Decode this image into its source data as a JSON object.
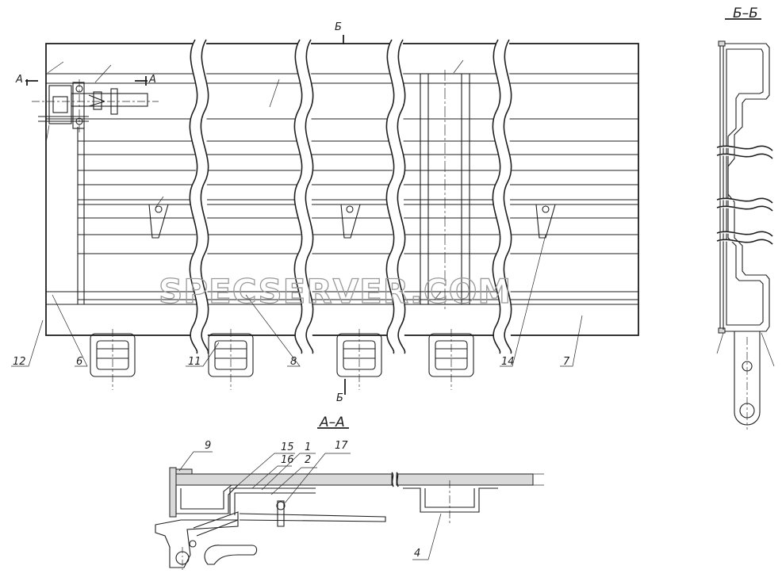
{
  "section_titles": {
    "section_aa": "А–А",
    "section_bb": "Б–Б"
  },
  "cut_marks": {
    "a_left": "А",
    "a_right": "А",
    "b_top": "Б",
    "b_bottom": "Б"
  },
  "callouts": {
    "main_view": [
      "12",
      "6",
      "11",
      "8",
      "14",
      "7"
    ],
    "section_aa": [
      "9",
      "15",
      "16",
      "1",
      "2",
      "17",
      "4"
    ]
  },
  "watermark": "SPECSERVER.COM"
}
